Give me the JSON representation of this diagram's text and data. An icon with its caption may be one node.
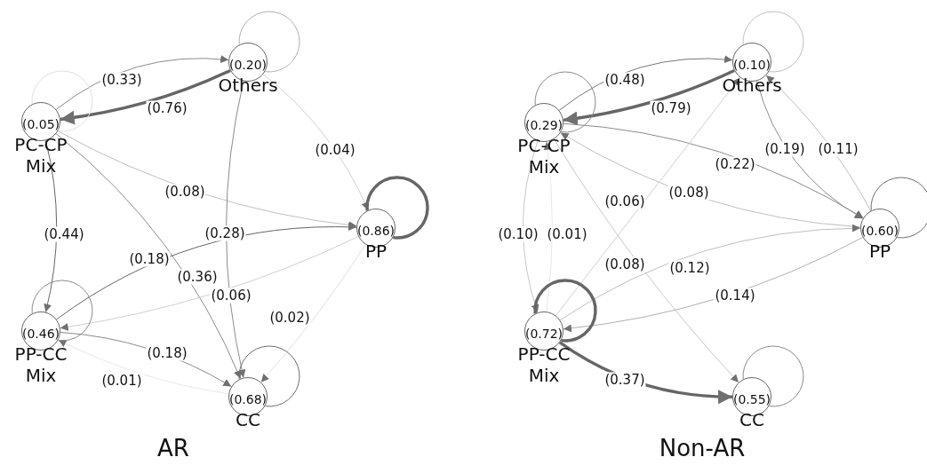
{
  "diagram": {
    "nodes": [
      {
        "text": [
          "(0.20)",
          "Others"
        ]
      },
      {
        "text": [
          "(0.05)",
          "PC-CP Mix"
        ]
      },
      {
        "text": [
          "(0.86)",
          "PP"
        ]
      },
      {
        "text": [
          "(0.46)",
          "PP-CC Mix"
        ]
      },
      {
        "text": [
          "(0.68)",
          "CC"
        ]
      },
      {
        "text": [
          "(0.10)",
          "Others"
        ]
      },
      {
        "text": [
          "(0.29)",
          "PC-CP Mix"
        ]
      },
      {
        "text": [
          "(0.60)",
          "PP"
        ]
      },
      {
        "text": [
          "(0.72)",
          "PP-CC Mix"
        ]
      },
      {
        "text": [
          "(0.55)",
          "CC"
        ]
      }
    ],
    "edges": [
      {
        "from": 1,
        "to": 0,
        "arrow": "to",
        "label": "(0.33)"
      },
      {
        "from": 0,
        "to": 1,
        "arrow": "to",
        "label": "(0.76)",
        "style": "thick",
        "color": "#666666"
      },
      {
        "from": 0,
        "to": 2,
        "arrow": "to",
        "label": "(0.04)",
        "color": "#d0d0d0"
      },
      {
        "from": 1,
        "to": 2,
        "arrow": "to",
        "label": "(0.08)",
        "color": "#c0c0c0"
      },
      {
        "from": 1,
        "to": 3,
        "arrow": "to",
        "label": "(0.44)",
        "color": "#666666"
      },
      {
        "from": 0,
        "to": 4,
        "arrow": "to",
        "label": "(0.28)"
      },
      {
        "from": 1,
        "to": 4,
        "arrow": "to",
        "label": "(0.36)"
      },
      {
        "from": 3,
        "to": 2,
        "arrow": "to",
        "label": "(0.18)",
        "color": "#666666"
      },
      {
        "from": 2,
        "to": 3,
        "arrow": "to",
        "label": "(0.06)",
        "color": "#d0d0d0"
      },
      {
        "from": 2,
        "to": 4,
        "arrow": "to",
        "label": "(0.02)",
        "color": "#e0e0e0"
      },
      {
        "from": 3,
        "to": 4,
        "arrow": "to",
        "label": "(0.18)"
      },
      {
        "from": 4,
        "to": 3,
        "arrow": "to",
        "label": "(0.01)",
        "color": "#e8e8e8"
      },
      {
        "from": 0,
        "to": 0,
        "arrow": "none",
        "color": "#b0b0b0"
      },
      {
        "from": 1,
        "to": 1,
        "arrow": "none",
        "color": "#e0e0e0"
      },
      {
        "from": 2,
        "to": 2,
        "arrow": "none",
        "style": "thick",
        "color": "#666666"
      },
      {
        "from": 3,
        "to": 3,
        "arrow": "none"
      },
      {
        "from": 4,
        "to": 4,
        "arrow": "none",
        "color": "#6e6e6e"
      },
      {
        "from": 6,
        "to": 5,
        "arrow": "to",
        "label": "(0.48)",
        "color": "#777777"
      },
      {
        "from": 5,
        "to": 6,
        "arrow": "to",
        "label": "(0.79)",
        "style": "thick",
        "color": "#666666"
      },
      {
        "from": 6,
        "to": 7,
        "arrow": "to",
        "label": "(0.22)"
      },
      {
        "from": 7,
        "to": 6,
        "arrow": "to",
        "label": "(0.08)",
        "color": "#c0c0c0"
      },
      {
        "from": 5,
        "to": 7,
        "arrow": "to",
        "label": "(0.19)"
      },
      {
        "from": 7,
        "to": 5,
        "arrow": "to",
        "label": "(0.11)",
        "color": "#c0c0c0"
      },
      {
        "from": 6,
        "to": 8,
        "arrow": "to",
        "label": "(0.10)",
        "color": "#c8c8c8"
      },
      {
        "from": 8,
        "to": 6,
        "arrow": "to",
        "label": "(0.01)",
        "color": "#e8e8e8"
      },
      {
        "from": 8,
        "to": 5,
        "arrow": "to",
        "label": "(0.06)",
        "color": "#d0d0d0"
      },
      {
        "from": 6,
        "to": 9,
        "arrow": "to",
        "label": "(0.08)",
        "color": "#c8c8c8"
      },
      {
        "from": 8,
        "to": 7,
        "arrow": "to",
        "label": "(0.12)",
        "color": "#c0c0c0"
      },
      {
        "from": 7,
        "to": 8,
        "arrow": "to",
        "label": "(0.14)",
        "color": "#b0b0b0"
      },
      {
        "from": 8,
        "to": 9,
        "arrow": "to",
        "label": "(0.37)",
        "style": "thick",
        "color": "#666666"
      },
      {
        "from": 5,
        "to": 5,
        "arrow": "none",
        "color": "#c0c0c0"
      },
      {
        "from": 6,
        "to": 6,
        "arrow": "none"
      },
      {
        "from": 7,
        "to": 7,
        "arrow": "none",
        "color": "#6e6e6e"
      },
      {
        "from": 8,
        "to": 8,
        "arrow": "none",
        "style": "thick",
        "color": "#666666"
      },
      {
        "from": 9,
        "to": 9,
        "arrow": "none"
      }
    ],
    "labels": [
      "AR",
      "Non-AR"
    ]
  }
}
